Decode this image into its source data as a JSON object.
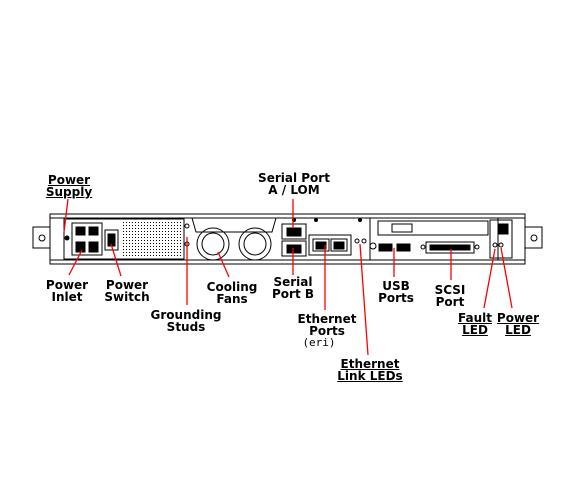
{
  "colors": {
    "callout_line": "#ff0000",
    "outline": "#000000",
    "background": "#ffffff"
  },
  "labels": {
    "power_supply": [
      "Power",
      "Supply"
    ],
    "serial_port_a": [
      "Serial Port",
      "A / LOM"
    ],
    "power_inlet": [
      "Power",
      "Inlet"
    ],
    "power_switch": [
      "Power",
      "Switch"
    ],
    "cooling_fans": [
      "Cooling",
      "Fans"
    ],
    "serial_port_b": [
      "Serial",
      "Port B"
    ],
    "usb_ports": [
      "USB",
      "Ports"
    ],
    "scsi_port": [
      "SCSI",
      "Port"
    ],
    "grounding_studs": [
      "Grounding",
      "Studs"
    ],
    "ethernet_ports": [
      "Ethernet",
      "Ports",
      "(eri)"
    ],
    "fault_led": [
      "Fault",
      "LED"
    ],
    "power_led": [
      "Power",
      "LED"
    ],
    "ethernet_link_leds": [
      "Ethernet",
      "Link LEDs"
    ]
  }
}
